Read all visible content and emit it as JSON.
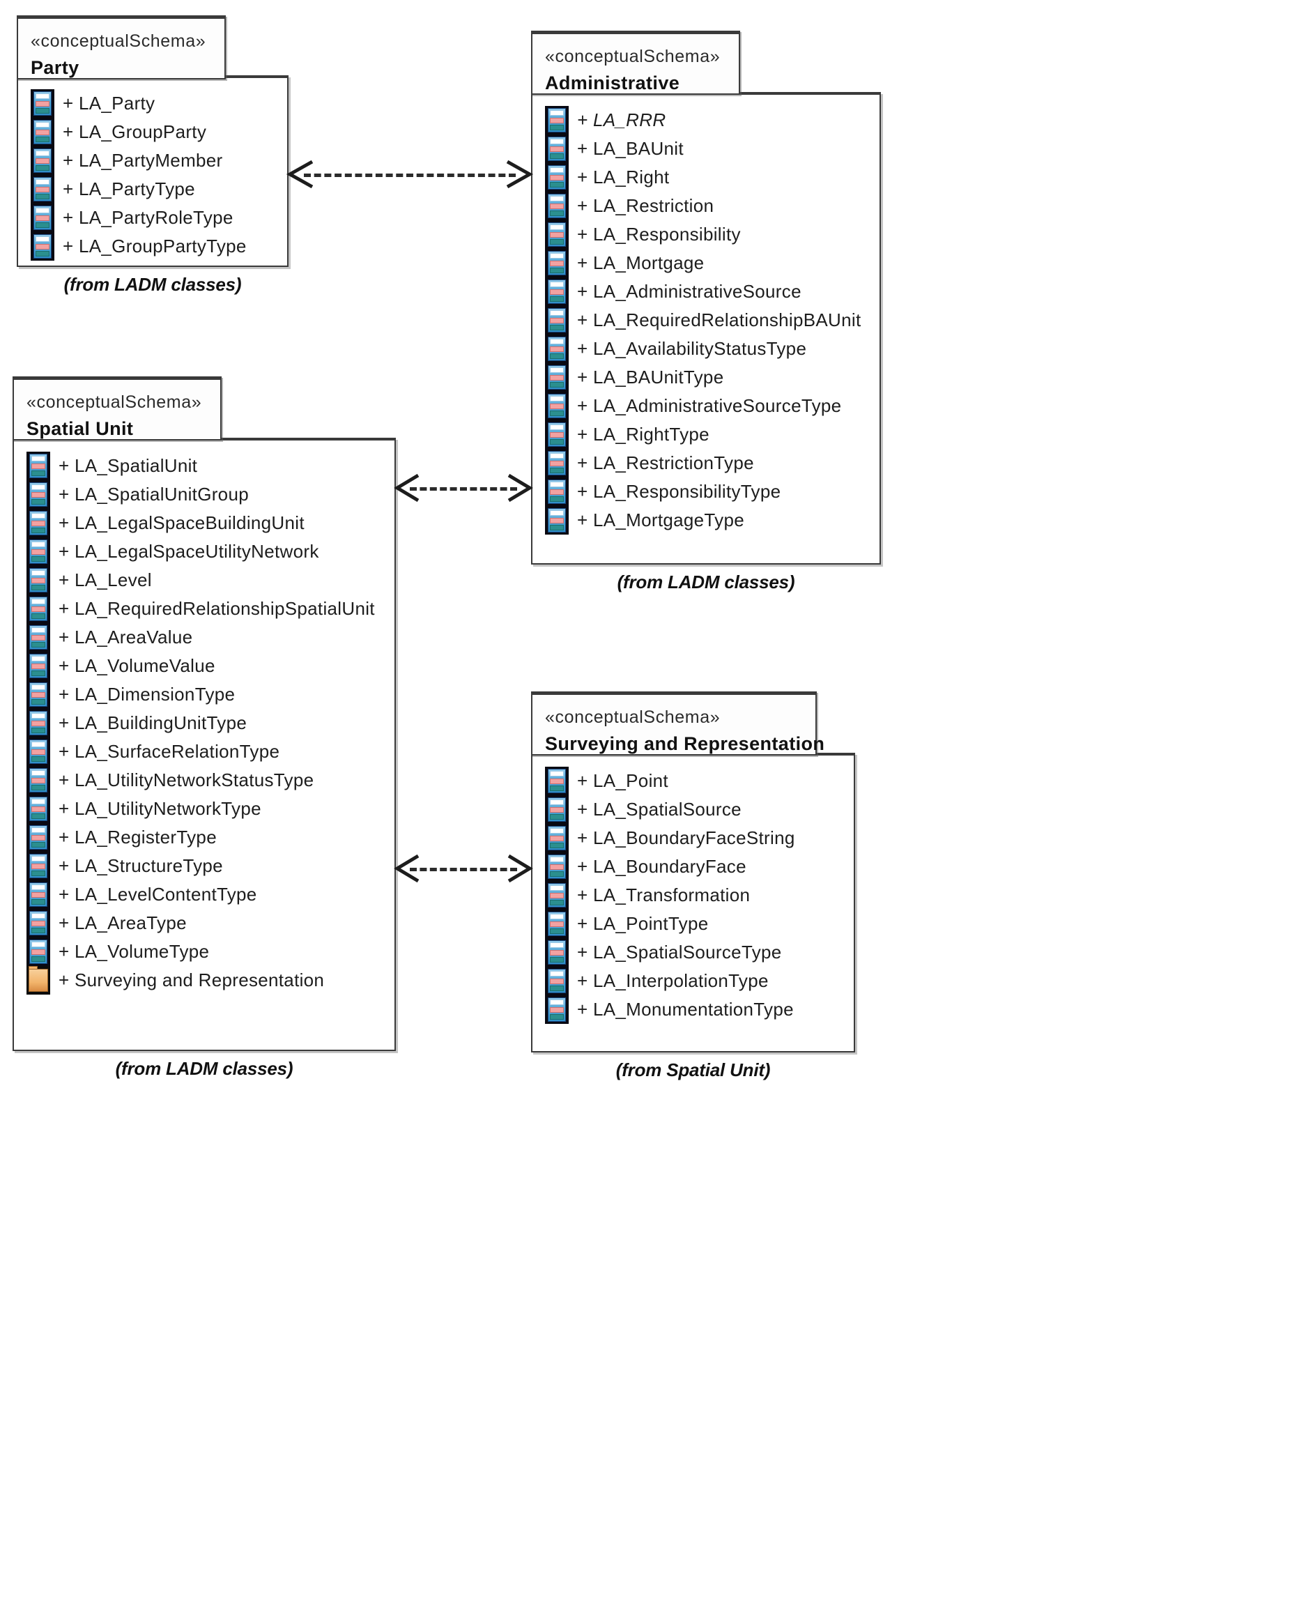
{
  "diagram": {
    "title": "LADM conceptual schema package diagram",
    "stereotype": "«conceptualSchema»",
    "icons": {
      "class": "uml-class-icon",
      "package": "uml-package-icon"
    }
  },
  "packages": {
    "party": {
      "stereotype": "«conceptualSchema»",
      "name": "Party",
      "caption": "(from LADM classes)",
      "members": [
        {
          "visibility": "+",
          "name": "LA_Party",
          "icon": "class",
          "abstract": false
        },
        {
          "visibility": "+",
          "name": "LA_GroupParty",
          "icon": "class",
          "abstract": false
        },
        {
          "visibility": "+",
          "name": "LA_PartyMember",
          "icon": "class",
          "abstract": false
        },
        {
          "visibility": "+",
          "name": "LA_PartyType",
          "icon": "class",
          "abstract": false
        },
        {
          "visibility": "+",
          "name": "LA_PartyRoleType",
          "icon": "class",
          "abstract": false
        },
        {
          "visibility": "+",
          "name": "LA_GroupPartyType",
          "icon": "class",
          "abstract": false
        }
      ]
    },
    "administrative": {
      "stereotype": "«conceptualSchema»",
      "name": "Administrative",
      "caption": "(from LADM classes)",
      "members": [
        {
          "visibility": "+",
          "name": "LA_RRR",
          "icon": "class",
          "abstract": true
        },
        {
          "visibility": "+",
          "name": "LA_BAUnit",
          "icon": "class",
          "abstract": false
        },
        {
          "visibility": "+",
          "name": "LA_Right",
          "icon": "class",
          "abstract": false
        },
        {
          "visibility": "+",
          "name": "LA_Restriction",
          "icon": "class",
          "abstract": false
        },
        {
          "visibility": "+",
          "name": "LA_Responsibility",
          "icon": "class",
          "abstract": false
        },
        {
          "visibility": "+",
          "name": "LA_Mortgage",
          "icon": "class",
          "abstract": false
        },
        {
          "visibility": "+",
          "name": "LA_AdministrativeSource",
          "icon": "class",
          "abstract": false
        },
        {
          "visibility": "+",
          "name": "LA_RequiredRelationshipBAUnit",
          "icon": "class",
          "abstract": false
        },
        {
          "visibility": "+",
          "name": "LA_AvailabilityStatusType",
          "icon": "class",
          "abstract": false
        },
        {
          "visibility": "+",
          "name": "LA_BAUnitType",
          "icon": "class",
          "abstract": false
        },
        {
          "visibility": "+",
          "name": "LA_AdministrativeSourceType",
          "icon": "class",
          "abstract": false
        },
        {
          "visibility": "+",
          "name": "LA_RightType",
          "icon": "class",
          "abstract": false
        },
        {
          "visibility": "+",
          "name": "LA_RestrictionType",
          "icon": "class",
          "abstract": false
        },
        {
          "visibility": "+",
          "name": "LA_ResponsibilityType",
          "icon": "class",
          "abstract": false
        },
        {
          "visibility": "+",
          "name": "LA_MortgageType",
          "icon": "class",
          "abstract": false
        }
      ]
    },
    "spatial_unit": {
      "stereotype": "«conceptualSchema»",
      "name": "Spatial Unit",
      "caption": "(from LADM classes)",
      "members": [
        {
          "visibility": "+",
          "name": "LA_SpatialUnit",
          "icon": "class",
          "abstract": false
        },
        {
          "visibility": "+",
          "name": "LA_SpatialUnitGroup",
          "icon": "class",
          "abstract": false
        },
        {
          "visibility": "+",
          "name": "LA_LegalSpaceBuildingUnit",
          "icon": "class",
          "abstract": false
        },
        {
          "visibility": "+",
          "name": "LA_LegalSpaceUtilityNetwork",
          "icon": "class",
          "abstract": false
        },
        {
          "visibility": "+",
          "name": "LA_Level",
          "icon": "class",
          "abstract": false
        },
        {
          "visibility": "+",
          "name": "LA_RequiredRelationshipSpatialUnit",
          "icon": "class",
          "abstract": false
        },
        {
          "visibility": "+",
          "name": "LA_AreaValue",
          "icon": "class",
          "abstract": false
        },
        {
          "visibility": "+",
          "name": "LA_VolumeValue",
          "icon": "class",
          "abstract": false
        },
        {
          "visibility": "+",
          "name": "LA_DimensionType",
          "icon": "class",
          "abstract": false
        },
        {
          "visibility": "+",
          "name": "LA_BuildingUnitType",
          "icon": "class",
          "abstract": false
        },
        {
          "visibility": "+",
          "name": "LA_SurfaceRelationType",
          "icon": "class",
          "abstract": false
        },
        {
          "visibility": "+",
          "name": "LA_UtilityNetworkStatusType",
          "icon": "class",
          "abstract": false
        },
        {
          "visibility": "+",
          "name": "LA_UtilityNetworkType",
          "icon": "class",
          "abstract": false
        },
        {
          "visibility": "+",
          "name": "LA_RegisterType",
          "icon": "class",
          "abstract": false
        },
        {
          "visibility": "+",
          "name": "LA_StructureType",
          "icon": "class",
          "abstract": false
        },
        {
          "visibility": "+",
          "name": "LA_LevelContentType",
          "icon": "class",
          "abstract": false
        },
        {
          "visibility": "+",
          "name": "LA_AreaType",
          "icon": "class",
          "abstract": false
        },
        {
          "visibility": "+",
          "name": "LA_VolumeType",
          "icon": "class",
          "abstract": false
        },
        {
          "visibility": "+",
          "name": "Surveying and Representation",
          "icon": "package",
          "abstract": false
        }
      ]
    },
    "surveying": {
      "stereotype": "«conceptualSchema»",
      "name": "Surveying and Representation",
      "caption": "(from Spatial Unit)",
      "members": [
        {
          "visibility": "+",
          "name": "LA_Point",
          "icon": "class",
          "abstract": false
        },
        {
          "visibility": "+",
          "name": "LA_SpatialSource",
          "icon": "class",
          "abstract": false
        },
        {
          "visibility": "+",
          "name": "LA_BoundaryFaceString",
          "icon": "class",
          "abstract": false
        },
        {
          "visibility": "+",
          "name": "LA_BoundaryFace",
          "icon": "class",
          "abstract": false
        },
        {
          "visibility": "+",
          "name": "LA_Transformation",
          "icon": "class",
          "abstract": false
        },
        {
          "visibility": "+",
          "name": "LA_PointType",
          "icon": "class",
          "abstract": false
        },
        {
          "visibility": "+",
          "name": "LA_SpatialSourceType",
          "icon": "class",
          "abstract": false
        },
        {
          "visibility": "+",
          "name": "LA_InterpolationType",
          "icon": "class",
          "abstract": false
        },
        {
          "visibility": "+",
          "name": "LA_MonumentationType",
          "icon": "class",
          "abstract": false
        }
      ]
    }
  },
  "connectors": [
    {
      "id": "party-administrative",
      "from": "Party",
      "to": "Administrative",
      "style": "dashed",
      "arrows": "both"
    },
    {
      "id": "spatialunit-administrative",
      "from": "Spatial Unit",
      "to": "Administrative",
      "style": "dashed",
      "arrows": "both"
    },
    {
      "id": "spatialunit-surveying",
      "from": "Spatial Unit",
      "to": "Surveying and Representation",
      "style": "dashed",
      "arrows": "both"
    }
  ],
  "colors": {
    "border": "#3a3a3a",
    "text": "#1d1d1d",
    "class_icon_blue": "#2f8fc8",
    "class_icon_pink": "#f2a2a2",
    "class_icon_teal": "#2b8f8f",
    "package_icon_orange": "#f2b46b",
    "background": "#ffffff"
  }
}
